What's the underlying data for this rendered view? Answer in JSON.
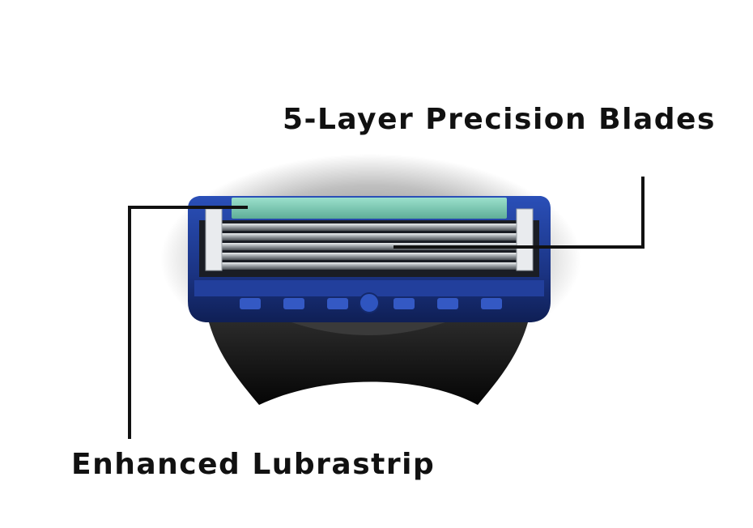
{
  "callouts": {
    "blades_label": "5-Layer Precision Blades",
    "lubrastrip_label": "Enhanced Lubrastrip"
  },
  "colors": {
    "text": "#111111",
    "leader_line": "#111111",
    "cartridge_frame": "#1e3a8a",
    "lubrastrip": "#7cc9b4",
    "blade_steel": "#bfc3c7",
    "pivot_base": "#111111"
  },
  "image": {
    "subject": "razor-cartridge",
    "blade_count": 5
  }
}
